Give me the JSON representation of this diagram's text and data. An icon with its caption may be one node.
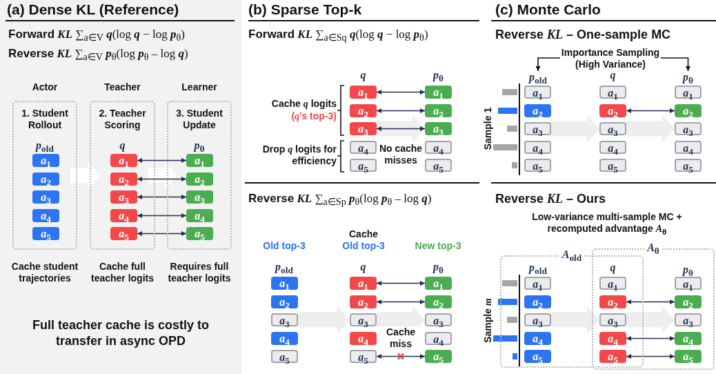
{
  "diagram": {
    "nodes": [
      {
        "text": [
          "1. Student Rollout",
          "*p*$_{old}$"
        ],
        "beside": [
          "Actor",
          "Cache student trajectories"
        ]
      },
      {
        "text": [
          "*a*$_{1}$"
        ],
        "in": 0
      },
      {
        "text": [
          "*a*$_{2}$"
        ],
        "in": 0
      },
      {
        "text": [
          "*a*$_{3}$"
        ],
        "in": 0
      },
      {
        "text": [
          "*a*$_{4}$"
        ],
        "in": 0
      },
      {
        "text": [
          "*a*$_{5}$"
        ],
        "in": 0
      },
      {
        "text": [
          "2. Teacher Scoring",
          "*q*"
        ],
        "beside": [
          "Teacher",
          "Cache full teacher logits"
        ]
      },
      {
        "text": [
          "*a*$_{1}$"
        ],
        "in": 6
      },
      {
        "text": [
          "*a*$_{2}$"
        ],
        "in": 6
      },
      {
        "text": [
          "*a*$_{3}$"
        ],
        "in": 6
      },
      {
        "text": [
          "*a*$_{4}$"
        ],
        "in": 6
      },
      {
        "text": [
          "*a*$_{5}$"
        ],
        "in": 6
      },
      {
        "text": [
          "3. Student Update",
          "*p*$_{θ}$"
        ],
        "beside": [
          "Learner",
          "Requires full teacher logits"
        ]
      },
      {
        "text": [
          "*a*$_{1}$"
        ],
        "in": 12
      },
      {
        "text": [
          "*a*$_{2}$"
        ],
        "in": 12
      },
      {
        "text": [
          "*a*$_{3}$"
        ],
        "in": 12
      },
      {
        "text": [
          "*a*$_{4}$"
        ],
        "in": 12
      },
      {
        "text": [
          "*a*$_{5}$"
        ],
        "in": 12
      },
      {
        "text": [
          "*a*$_{1}$"
        ]
      },
      {
        "text": [
          "*a*$_{2}$"
        ]
      },
      {
        "text": [
          "*a*$_{3}$"
        ]
      },
      {
        "text": [
          "*a*$_{4}$"
        ]
      },
      {
        "text": [
          "*a*$_{5}$"
        ]
      },
      {
        "text": [
          "*a*$_{1}$"
        ]
      },
      {
        "text": [
          "*a*$_{2}$"
        ]
      },
      {
        "text": [
          "*a*$_{3}$"
        ]
      },
      {
        "text": [
          "*a*$_{4}$"
        ]
      },
      {
        "text": [
          "*a*$_{5}$"
        ]
      },
      {
        "text": [
          "*a*$_{1}$"
        ]
      },
      {
        "text": [
          "*a*$_{2}$"
        ]
      },
      {
        "text": [
          "*a*$_{3}$"
        ]
      },
      {
        "text": [
          "*a*$_{4}$"
        ]
      },
      {
        "text": [
          "*a*$_{5}$"
        ]
      },
      {
        "text": [
          "*a*$_{1}$"
        ]
      },
      {
        "text": [
          "*a*$_{2}$"
        ]
      },
      {
        "text": [
          "*a*$_{3}$"
        ]
      },
      {
        "text": [
          "*a*$_{4}$"
        ]
      },
      {
        "text": [
          "*a*$_{5}$"
        ]
      },
      {
        "text": [
          "*a*$_{1}$"
        ]
      },
      {
        "text": [
          "*a*$_{2}$"
        ]
      },
      {
        "text": [
          "*a*$_{3}$"
        ]
      },
      {
        "text": [
          "*a*$_{4}$"
        ]
      },
      {
        "text": [
          "*a*$_{5}$"
        ]
      },
      {
        "text": [
          "*a*$_{1}$"
        ]
      },
      {
        "text": [
          "*a*$_{2}$"
        ]
      },
      {
        "text": [
          "*a*$_{3}$"
        ]
      },
      {
        "text": [
          "*a*$_{4}$"
        ]
      },
      {
        "text": [
          "*a*$_{5}$"
        ]
      },
      {
        "text": [
          "*a*$_{1}$"
        ]
      },
      {
        "text": [
          "*a*$_{2}$"
        ]
      },
      {
        "text": [
          "*a*$_{3}$"
        ]
      },
      {
        "text": [
          "*a*$_{4}$"
        ]
      },
      {
        "text": [
          "*a*$_{5}$"
        ]
      },
      {
        "text": [
          "*a*$_{1}$"
        ]
      },
      {
        "text": [
          "*a*$_{2}$"
        ]
      },
      {
        "text": [
          "*a*$_{3}$"
        ]
      },
      {
        "text": [
          "*a*$_{4}$"
        ]
      },
      {
        "text": [
          "*a*$_{5}$"
        ]
      },
      {
        "text": [
          "*A*$_{old}$"
        ]
      },
      {
        "text": [
          "*A*$_{θ}$"
        ]
      },
      {
        "text": [
          "*a*$_{1}$"
        ],
        "in": 58
      },
      {
        "text": [
          "*a*$_{2}$"
        ],
        "in": 58
      },
      {
        "text": [
          "*a*$_{3}$"
        ],
        "in": 58
      },
      {
        "text": [
          "*a*$_{4}$"
        ],
        "in": 58
      },
      {
        "text": [
          "*a*$_{5}$"
        ],
        "in": 58
      },
      {
        "text": [
          "*a*$_{1}$"
        ]
      },
      {
        "text": [
          "*a*$_{2}$"
        ]
      },
      {
        "text": [
          "*a*$_{3}$"
        ]
      },
      {
        "text": [
          "*a*$_{4}$"
        ]
      },
      {
        "text": [
          "*a*$_{5}$"
        ]
      },
      {
        "text": [
          "*a*$_{1}$"
        ],
        "in": 59
      },
      {
        "text": [
          "*a*$_{2}$"
        ],
        "in": 59
      },
      {
        "text": [
          "*a*$_{3}$"
        ],
        "in": 59
      },
      {
        "text": [
          "*a*$_{4}$"
        ],
        "in": 59
      },
      {
        "text": [
          "*a*$_{5}$"
        ],
        "in": 59
      },
      {
        "text": [
          "Importance Sampling (High Variance)"
        ]
      },
      {
        "text": [
          "*p*$_{old}$"
        ]
      },
      {
        "text": [
          "*p*$_{θ}$"
        ]
      }
    ],
    "edges": [
      {
        "from": 0,
        "to": 6,
        "arrow": "to",
        "style": "thick",
        "color": "#ffffff"
      },
      {
        "from": 6,
        "to": 12,
        "arrow": "to",
        "style": "thick",
        "color": "#ffffff"
      },
      {
        "from": 7,
        "to": 13,
        "arrow": "both"
      },
      {
        "from": 8,
        "to": 14,
        "arrow": "both"
      },
      {
        "from": 9,
        "to": 15,
        "arrow": "both"
      },
      {
        "from": 10,
        "to": 16,
        "arrow": "both"
      },
      {
        "from": 11,
        "to": 17,
        "arrow": "both"
      },
      {
        "from": 18,
        "to": 23,
        "arrow": "both"
      },
      {
        "from": 19,
        "to": 24,
        "arrow": "both"
      },
      {
        "from": 20,
        "to": 25,
        "arrow": "both"
      },
      {
        "from": 33,
        "to": 38,
        "arrow": "both"
      },
      {
        "from": 34,
        "to": 39,
        "arrow": "both"
      },
      {
        "from": 37,
        "to": 42,
        "arrow": "both",
        "label": "Cache miss"
      },
      {
        "from": 49,
        "to": 54,
        "arrow": "both"
      },
      {
        "from": 66,
        "to": 71,
        "arrow": "both"
      },
      {
        "from": 68,
        "to": 73,
        "arrow": "both"
      },
      {
        "from": 69,
        "to": 74,
        "arrow": "both"
      },
      {
        "from": 20,
        "to": 25,
        "arrow": "to",
        "style": "thick",
        "color": "#eeeeee"
      },
      {
        "from": 30,
        "to": 35,
        "arrow": "to",
        "style": "thick",
        "color": "#eeeeee"
      },
      {
        "from": 35,
        "to": 40,
        "arrow": "to",
        "style": "thick",
        "color": "#eeeeee"
      },
      {
        "from": 45,
        "to": 50,
        "arrow": "to",
        "style": "thick",
        "color": "#eeeeee"
      },
      {
        "from": 50,
        "to": 55,
        "arrow": "to",
        "style": "thick",
        "color": "#eeeeee"
      },
      {
        "from": 62,
        "to": 67,
        "arrow": "to",
        "style": "thick",
        "color": "#eeeeee"
      },
      {
        "from": 67,
        "to": 72,
        "arrow": "to",
        "style": "thick",
        "color": "#eeeeee"
      },
      {
        "from": 75,
        "to": 76,
        "arrow": "to"
      },
      {
        "from": 75,
        "to": 77,
        "arrow": "to"
      }
    ],
    "labels": [
      "(a) Dense KL (Reference)",
      "**Forward** *KL* ∑$_{a∈V}$ *q*(log *q* − log *p*$_{θ}$)",
      "**Reverse** *KL* ∑$_{a∈V}$ *p*$_{θ}$(log *p*$_{θ}$ – log *q*)",
      "Full teacher cache is costly to transfer in async OPD",
      "(b) Sparse Top-k",
      "**Forward** *KL* ∑$_{a∈Sq}$ *q*(log *q* − log *p*$_{θ}$)",
      "*q*",
      "*p*$_{θ}$",
      "Cache *q* logits",
      "(*q*’s top-3)",
      "Drop *q* logits for efficiency",
      "No cache misses",
      "**Reverse** *KL* ∑$_{a∈Sp}$ *p*$_{θ}$(log *p*$_{θ}$ – log *q*)",
      "Cache",
      "Old top-3",
      "Old top-3",
      "New top-3",
      "*p*$_{old}$",
      "*q*",
      "*p*$_{θ}$",
      "(c) Monte Carlo",
      "Reverse *KL* – One-sample MC",
      "*q*",
      "Sample 1",
      "Reverse *KL* – Ours",
      "Low-variance multi-sample MC + recomputed advantage *A*$_{θ}$",
      "*p*$_{old}$",
      "*q*",
      "*p*$_{θ}$",
      "Sample *m*"
    ]
  }
}
